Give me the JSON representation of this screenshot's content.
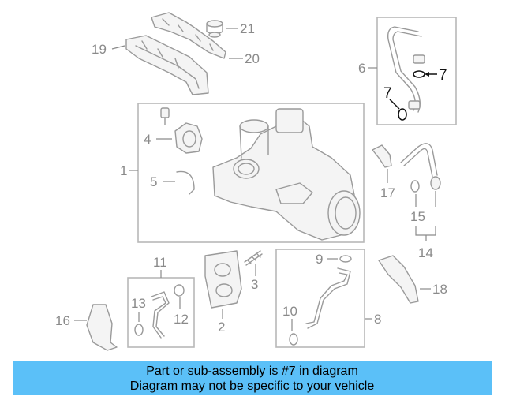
{
  "callouts": {
    "c1": "1",
    "c2": "2",
    "c3": "3",
    "c4": "4",
    "c5": "5",
    "c6": "6",
    "c7a": "7",
    "c7b": "7",
    "c8": "8",
    "c9": "9",
    "c10": "10",
    "c11": "11",
    "c12": "12",
    "c13": "13",
    "c14": "14",
    "c15": "15",
    "c16": "16",
    "c17": "17",
    "c18": "18",
    "c19": "19",
    "c20": "20",
    "c21": "21"
  },
  "banner": {
    "line1": "Part or sub-assembly is #7 in diagram",
    "line2": "Diagram may not be specific to your vehicle",
    "color": "#5bc0f8"
  },
  "highlight_part": "7"
}
